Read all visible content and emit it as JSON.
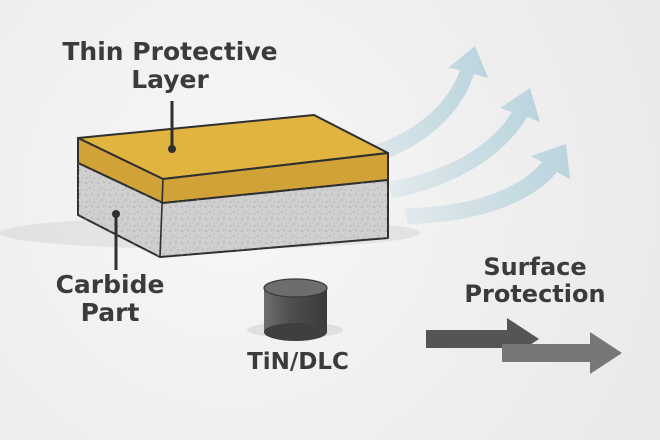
{
  "labels": {
    "top_line1": "Thin Protective",
    "top_line2": "Layer",
    "carbide_line1": "Carbide",
    "carbide_line2": "Part",
    "coating": "TiN/DLC",
    "surface_line1": "Surface",
    "surface_line2": "Protection"
  },
  "colors": {
    "background": "#efefef",
    "layer_top": "#e0b43f",
    "layer_front": "#d0a238",
    "substrate_front": "#cfcfcf",
    "substrate_side": "#bdbdbd",
    "outline": "#2f2f2f",
    "flow": "#b7d3dd",
    "arrow_dark": "#555555",
    "arrow_light": "#777777",
    "cylinder": "#4f4f4f"
  },
  "icons": {
    "coating_piece": "cylinder-icon",
    "flow_arrows": "curved-arrow-icon",
    "direction_arrows": "right-arrow-icon"
  }
}
